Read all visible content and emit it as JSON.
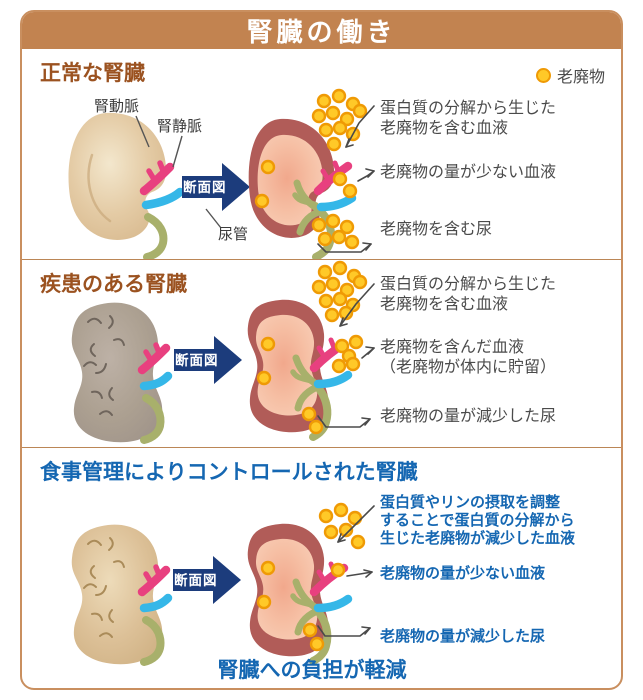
{
  "header": {
    "title": "腎臓の働き"
  },
  "legend": {
    "waste": "老廃物"
  },
  "shared": {
    "cross_section": "断面図"
  },
  "anatomy": {
    "artery": "腎動脈",
    "vein": "腎静脈",
    "ureter": "尿管"
  },
  "sections": [
    {
      "heading": "正常な腎臓",
      "annotations": [
        "蛋白質の分解から生じた\n老廃物を含む血液",
        "老廃物の量が少ない血液",
        "老廃物を含む尿"
      ]
    },
    {
      "heading": "疾患のある腎臓",
      "annotations": [
        "蛋白質の分解から生じた\n老廃物を含む血液",
        "老廃物を含んだ血液\n（老廃物が体内に貯留）",
        "老廃物の量が減少した尿"
      ]
    },
    {
      "heading": "食事管理によりコントロールされた腎臓",
      "annotations": [
        "蛋白質やリンの摂取を調整\nすることで蛋白質の分解から\n生じた老廃物が減少した血液",
        "老廃物の量が少ない血液",
        "老廃物の量が減少した尿"
      ],
      "footer": "腎臓への負担が軽減"
    }
  ],
  "colors": {
    "band_brown": "#c28350",
    "border_brown": "#c98f5f",
    "heading_brown": "#9b5220",
    "text_blue": "#1567b2",
    "arrow_navy": "#1c3c7c",
    "artery_pink": "#e8407f",
    "vein_blue": "#35b7e8",
    "ureter_olive": "#a8b06b",
    "waste_yellow": "#ffc928",
    "waste_outline": "#ef9a05",
    "cortex_maroon": "#b15c58",
    "medulla_salmon": "#f6c0a5"
  }
}
